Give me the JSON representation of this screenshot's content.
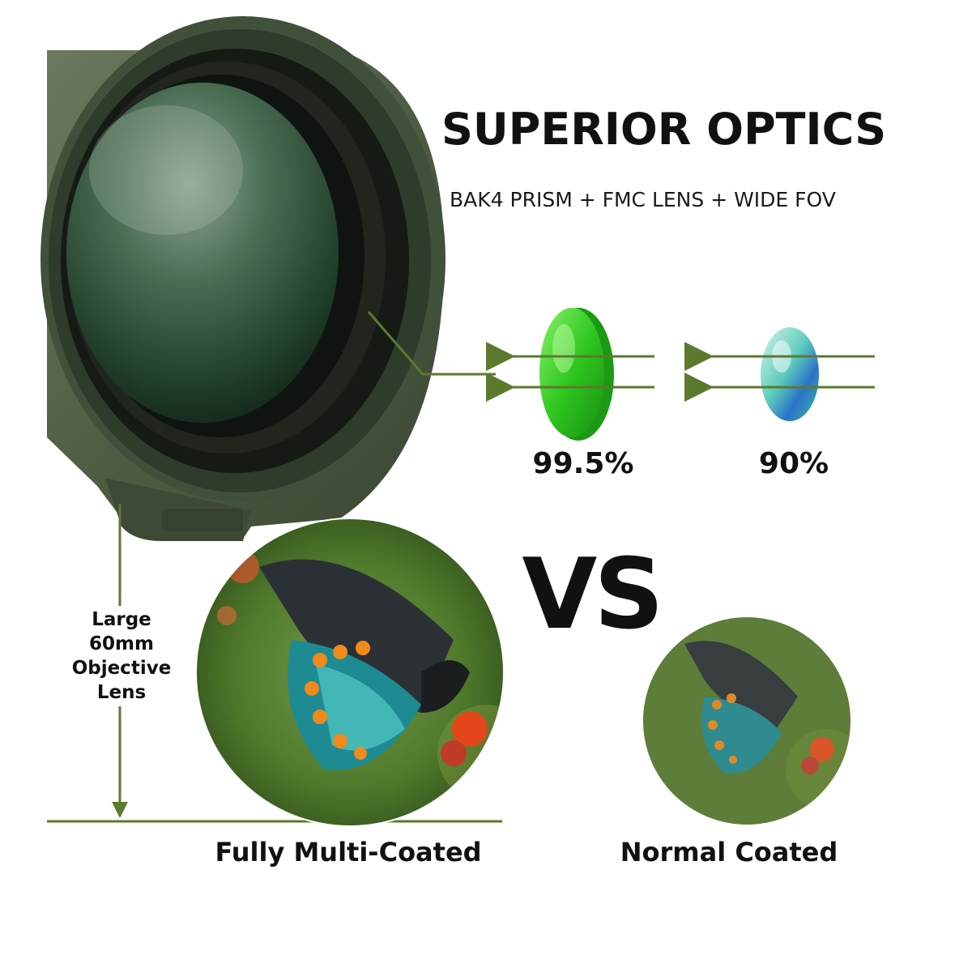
{
  "heading": {
    "title": "SUPERIOR OPTICS",
    "subtitle": "BAK4 PRISM + FMC LENS + WIDE FOV"
  },
  "transmission": {
    "fmc_value": "99.5%",
    "normal_value": "90%"
  },
  "comparison": {
    "vs_label": "VS",
    "fmc_caption": "Fully Multi-Coated",
    "normal_caption": "Normal Coated"
  },
  "objective_lens": {
    "lines": [
      "Large",
      "60mm",
      "Objective",
      "Lens"
    ]
  },
  "colors": {
    "accent_green": "#5b7a2e",
    "scope_body": "#4f5f43",
    "lens_green": "#2ebd1e",
    "lens_cyan": "#6fd1c3"
  }
}
